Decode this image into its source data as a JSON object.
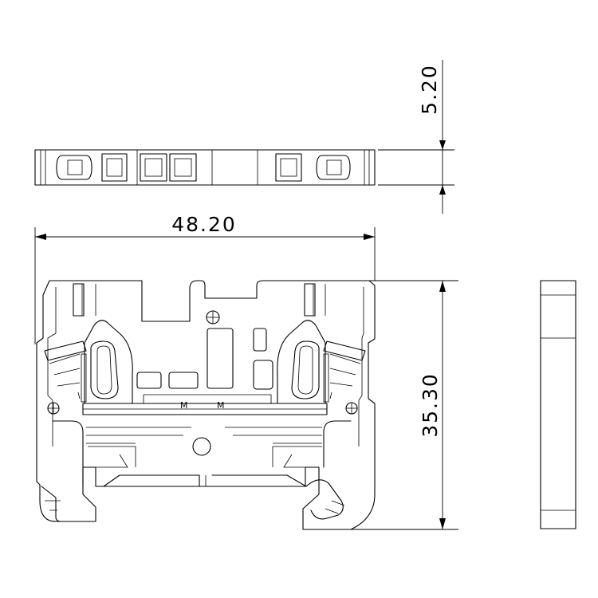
{
  "dimensions": {
    "top_height": "5.20",
    "width": "48.20",
    "height": "35.30"
  },
  "markings": {
    "left": "M",
    "right": "M"
  },
  "colors": {
    "line": "#000000",
    "background": "#ffffff"
  }
}
